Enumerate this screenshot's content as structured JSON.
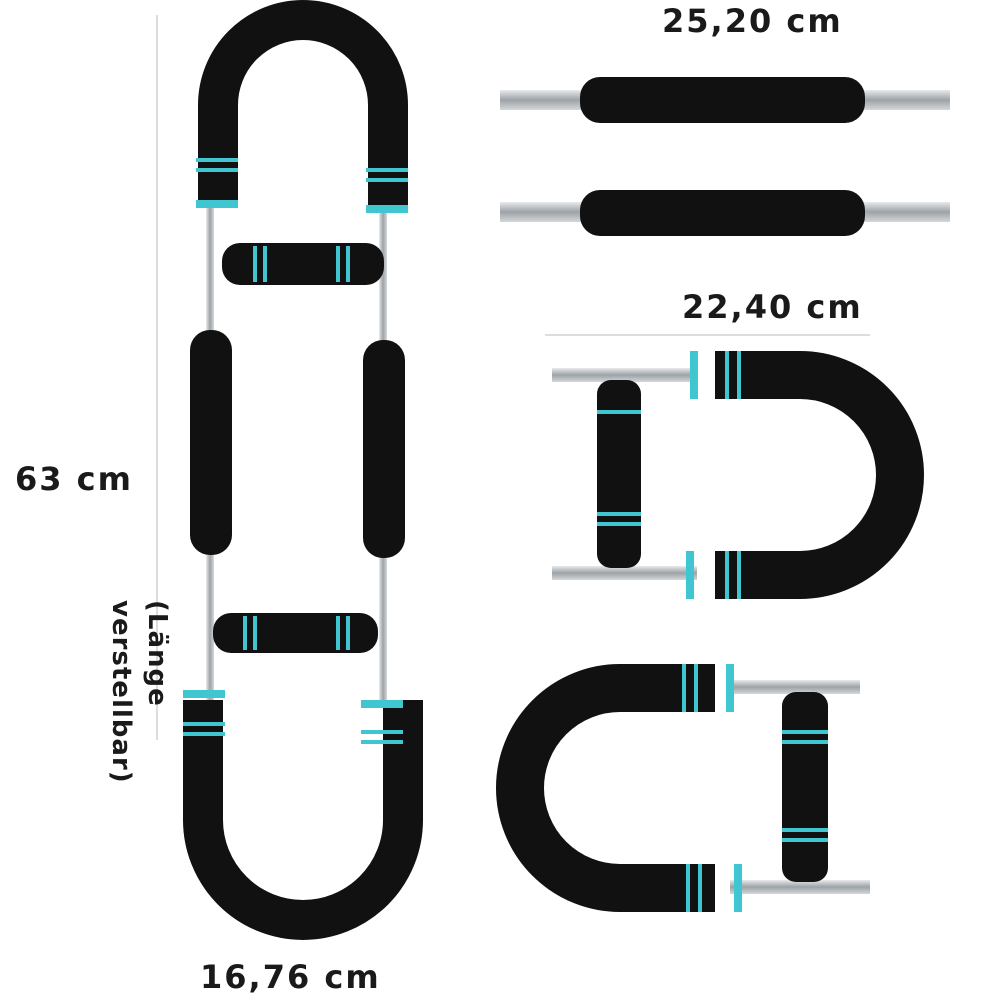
{
  "dimensions": {
    "top_width": "25,20 cm",
    "middle_width": "22,40 cm",
    "height": "63 cm",
    "height_note_line1": "(Länge",
    "height_note_line2": "verstellbar)",
    "bottom_width": "16,76 cm"
  },
  "colors": {
    "foam": "#111111",
    "accent": "#3fc6d0",
    "metal": "#b8bcc0"
  }
}
